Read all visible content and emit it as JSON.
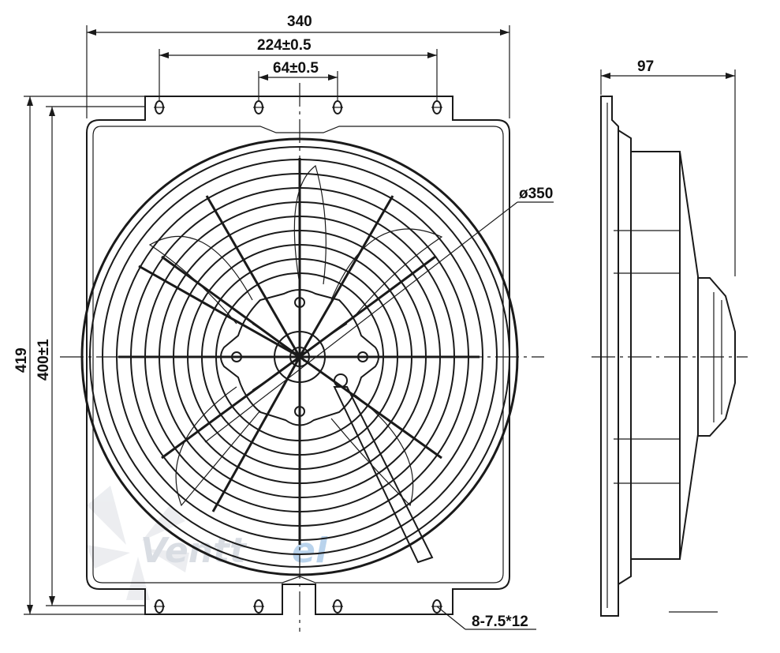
{
  "dimensions": {
    "overall_width": "340",
    "hole_spacing_outer": "224±0.5",
    "hole_spacing_inner": "64±0.5",
    "overall_height": "419",
    "frame_height": "400±1",
    "fan_diameter": "ø350",
    "side_depth": "97",
    "mounting_holes": "8-7.5*12"
  },
  "watermark": {
    "text_main": "Ventt",
    "text_accent": "el"
  },
  "colors": {
    "line": "#1a1a1a",
    "watermark_gray": "#d9dde3",
    "watermark_blue": "#b9d3ec"
  }
}
